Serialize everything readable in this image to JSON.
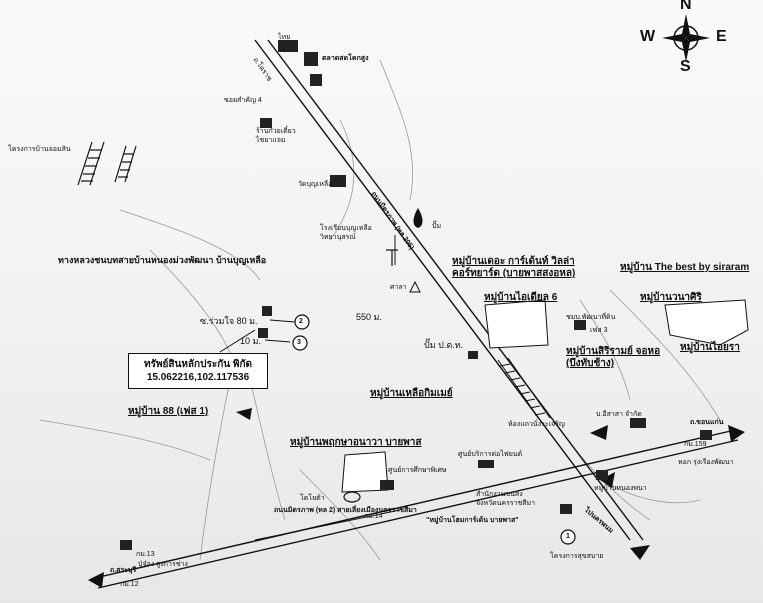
{
  "compass": {
    "north": "N",
    "south": "S",
    "east": "E",
    "west": "W"
  },
  "labels": {
    "top_sign": "ไทย",
    "market": "ตลาดสดโคกสูง",
    "road_to_korat": "ถ.โคราช",
    "soi_1": "ซอยสำคัญ 4",
    "housing_top_left": "โครงการบ้านจอมสิน",
    "noodle_shop": "ร้านก๋วยเตี๋ยว\nไชยาแจม",
    "temple": "วัดบุญเหลือ",
    "main_road_name": "ถนนมิตรภาพ (ทล 205)",
    "gas_icon": "ปั๊ม",
    "school": "โรงเรียนบุญเหลือ\nวิทยานุสรณ์",
    "village_banner": "ทางหลวงชนบทสายบ้านหนองม่วงพัฒนา บ้านบุญเหลือ",
    "distance_550": "550 ม.",
    "soi_ruamjai": "ซ.ร่วมใจ 80 ม.",
    "soi_ruamjai_10": "10 ม.",
    "marker_2": "2",
    "marker_3": "3",
    "asset_title": "ทรัพย์สินหลักประกัน พิกัด",
    "asset_coords": "15.062216,102.117536",
    "village_chateau": "หมู่บ้านเดอะ การ์เด้นท์ วิลล่า\nคอร์ทยาร์ด (บายพาสสงอหล)",
    "village_best": "หมู่บ้าน The best by siraram",
    "village_ideal": "หมู่บ้านไอเดียล 6",
    "village_wanasiri": "หมู่บ้านวนาศิริ",
    "village_siriram": "หมู่บ้านสิริรามย์ จอหอ\n(บึงทับช้าง)",
    "village_ideal2": "หมู่บ้านไอยรา",
    "sub_dev_1": "ชมบ.พัฒนาที่ดิน",
    "sub_dev_phase": "เฟส 3",
    "gas_ptt": "ปั๊ม ป.ต.ท.",
    "village_lek": "หมู่บ้านเหลือกิมเมย์",
    "village_88": "หมู่บ้าน 88 (เฟส 1)",
    "company_isan": "บ.อีสาสา จำกัด",
    "gold_shop": "ห้องแถวนั่งระเจริญ",
    "road_khonkaen": "ถ.ขอนแก่น",
    "km_159": "กม.159",
    "pasture_rung": "หอก รุ่งเรืองพัฒนา",
    "village_pruksa": "หมู่บ้านพฤกษาอนาวา บายพาส",
    "car_center": "ศูนย์บริการต่อไฟยนต์",
    "special_school": "ศูนย์การศึกษาพิเศษ",
    "village_nongchai": "หมู่บ้านหนองพนา",
    "toyota": "โตโยต้า",
    "friendship_road": "ถนนมิตรภาพ (ทล 2) สายเลี่ยงเมืองนครราชสีมา",
    "km_14": "กม.14",
    "traffic_office": "สำนักงานขนส่ง\nจังหวัดนครราชสีมา",
    "village_home": "\"หมู่บ้านโฮมการ์เด้น บายพาส\"",
    "bypass_road": "ไปนครพนม",
    "km_13": "กม.13",
    "road_saraburi": "ถ.สระบุรี",
    "km_12": "กม.12",
    "tech_school": "ปู่จ๋อง สูงการช่าง",
    "marker_1": "1",
    "project_sukhumvit": "โครงการสุขสบาย",
    "sala": "ศาลา"
  }
}
